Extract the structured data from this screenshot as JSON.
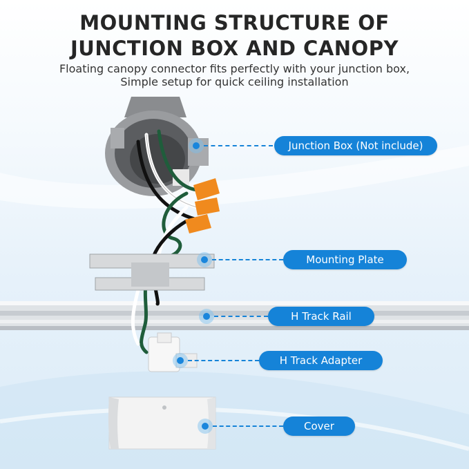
{
  "heading": {
    "line1": "MOUNTING STRUCTURE OF",
    "line2": "JUNCTION BOX AND CANOPY"
  },
  "subheading": {
    "line1": "Floating canopy connector fits perfectly with your junction box,",
    "line2": "Simple setup for quick ceiling installation"
  },
  "callouts": [
    {
      "label": "Junction Box (Not include)"
    },
    {
      "label": "Mounting Plate"
    },
    {
      "label": "H Track Rail"
    },
    {
      "label": "H Track Adapter"
    },
    {
      "label": "Cover"
    }
  ],
  "colors": {
    "accent": "#1583d8",
    "title": "#262626",
    "wire_green": "#1f5d3b",
    "wire_nut": "#f08a1e"
  }
}
